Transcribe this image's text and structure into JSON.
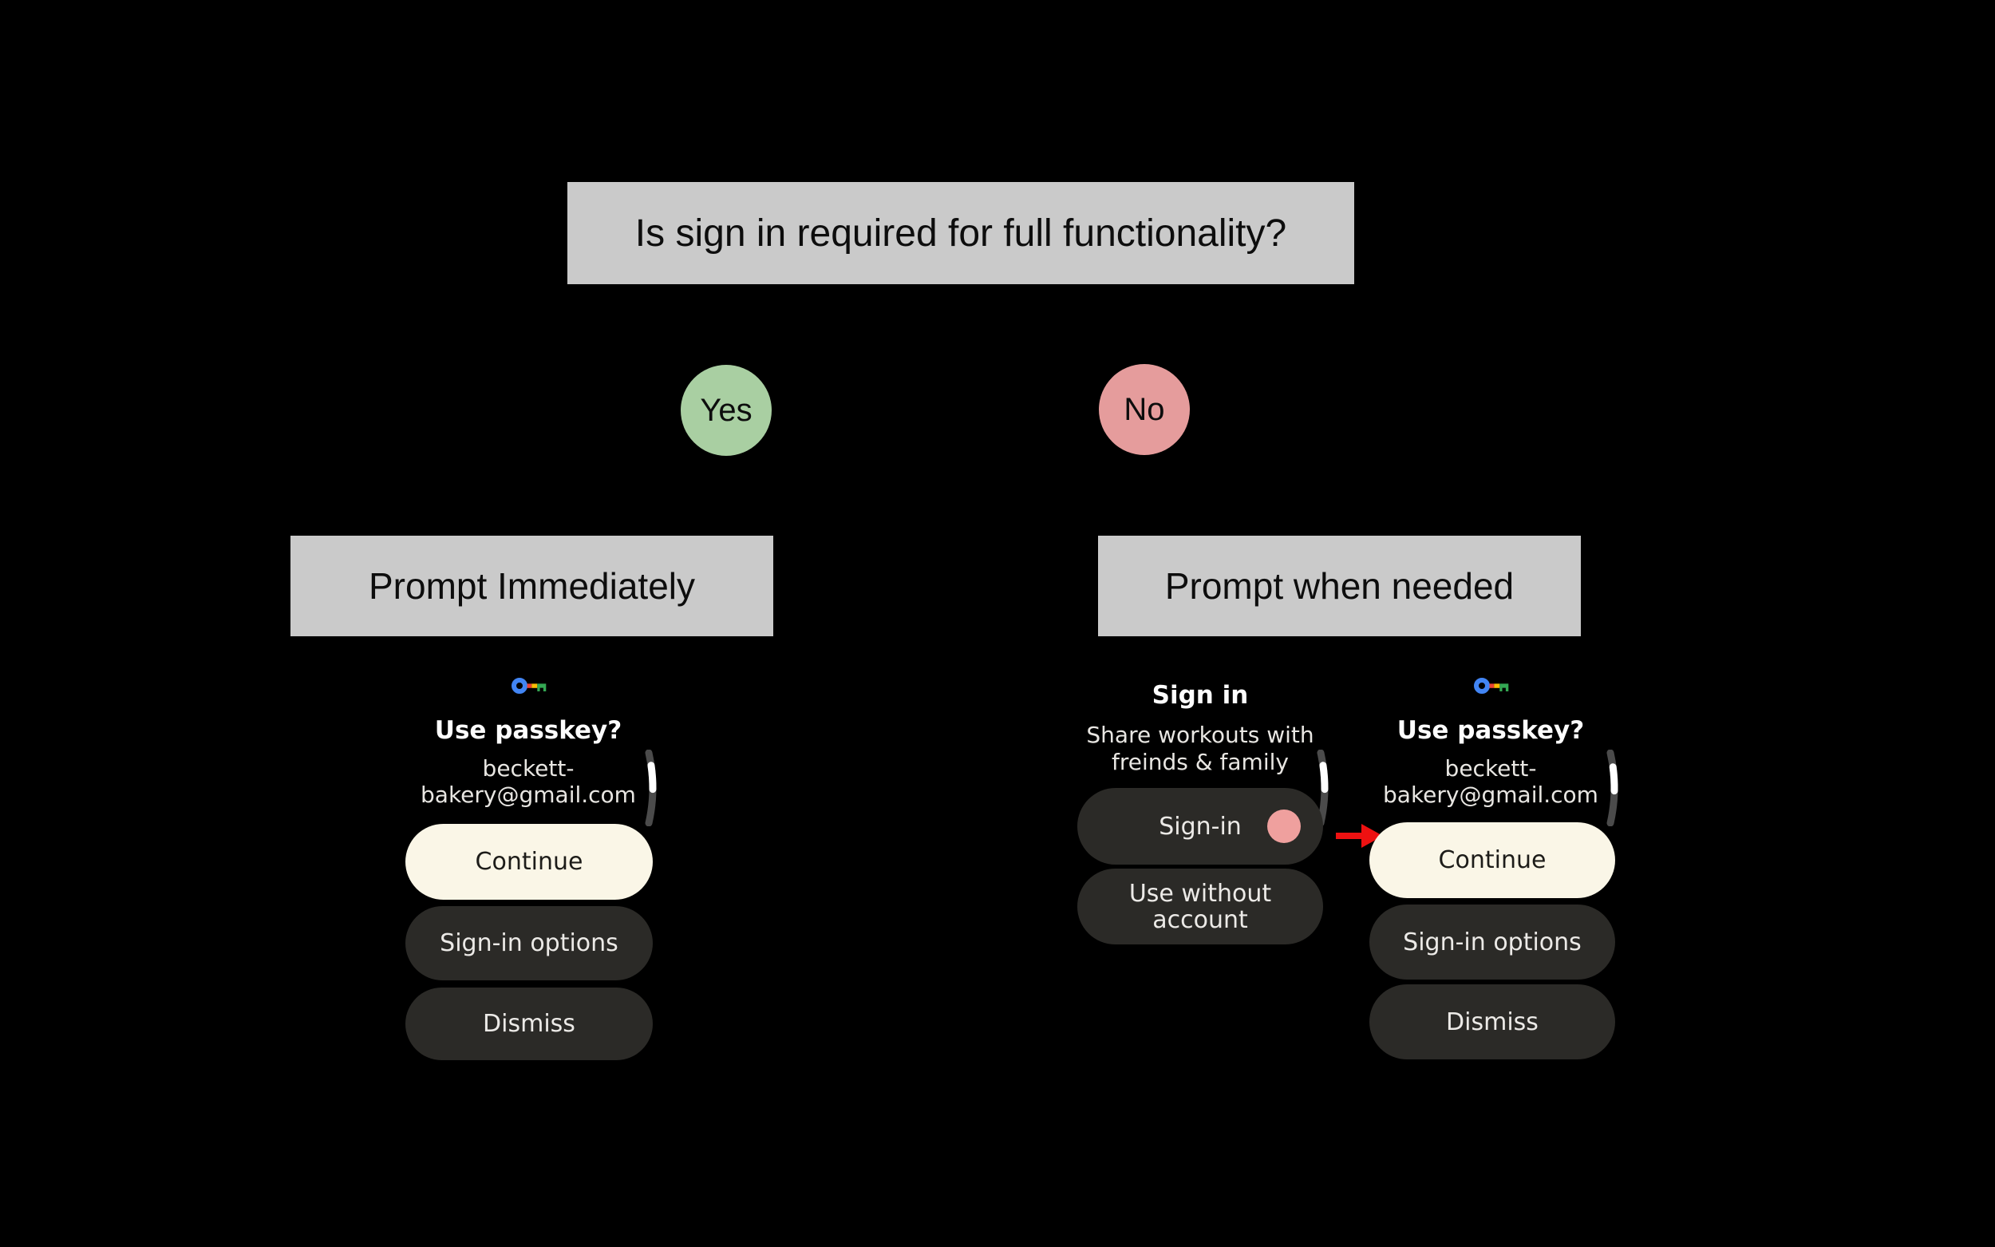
{
  "flowchart": {
    "question": "Is sign in required for full functionality?",
    "branches": {
      "yes": "Yes",
      "no": "No"
    },
    "outcomes": {
      "yes": "Prompt Immediately",
      "no": "Prompt when needed"
    }
  },
  "passkey_screen": {
    "icon": "google-passkey-key",
    "title": "Use passkey?",
    "email": "beckett-bakery@gmail.com",
    "email_line1": "beckett-",
    "email_line2": "bakery@gmail.com",
    "continue_label": "Continue",
    "sign_in_options_label": "Sign-in options",
    "dismiss_label": "Dismiss"
  },
  "sign_in_screen": {
    "title": "Sign in",
    "subtitle_line1": "Share workouts with",
    "subtitle_line2": "freinds & family",
    "sign_in_label": "Sign-in",
    "use_without_account_line1": "Use without",
    "use_without_account_line2": "account"
  },
  "colors": {
    "background": "#000000",
    "flow_box_bg": "#cacaca",
    "yes_circle_bg": "#a9cfa2",
    "no_circle_bg": "#e59c9c",
    "primary_button_bg": "#faf6e7",
    "primary_button_text": "#1d1c19",
    "secondary_button_bg": "#2b2a27",
    "secondary_button_text": "#eceae7",
    "pink_dot": "#efa09e",
    "arrow_red": "#ee1111",
    "scroll_track": "#4b4b4b",
    "scroll_thumb": "#ffffff",
    "key_blue": "#4285f4",
    "key_red": "#ea4335",
    "key_yellow": "#fbbc04",
    "key_green": "#34a853"
  }
}
